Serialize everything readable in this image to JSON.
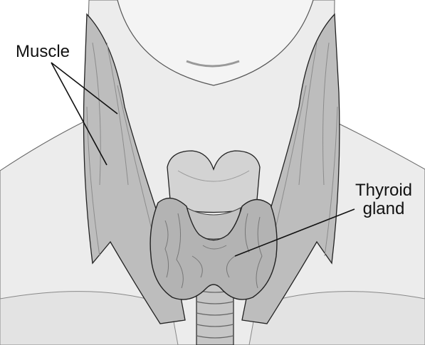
{
  "labels": {
    "muscle": "Muscle",
    "thyroid_line1": "Thyroid",
    "thyroid_line2": "gland"
  },
  "colors": {
    "skin": "#ececec",
    "muscle": "#bdbdbd",
    "muscle_dark": "#a7a7a7",
    "thyroid": "#b3b3b3",
    "thyroid_light": "#d3d3d3",
    "trachea": "#c6c6c6",
    "outline": "#222222"
  }
}
